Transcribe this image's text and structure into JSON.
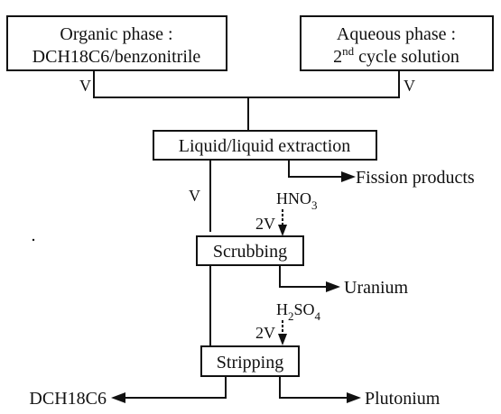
{
  "boxes": {
    "organic": {
      "line1": "Organic phase :",
      "line2": "DCH18C6/benzonitrile"
    },
    "aqueous": {
      "line1": "Aqueous phase :",
      "line2_base": "2",
      "line2_sup": "nd",
      "line2_rest": " cycle solution"
    },
    "extraction": {
      "label": "Liquid/liquid extraction"
    },
    "scrubbing": {
      "label": "Scrubbing"
    },
    "stripping": {
      "label": "Stripping"
    }
  },
  "labels": {
    "organic_v": "V",
    "aqueous_v": "V",
    "extract_v": "V",
    "scrub_reagent": {
      "base": "HNO",
      "sub": "3"
    },
    "scrub_ratio": "2V",
    "strip_reagent": {
      "base1": "H",
      "sub1": "2",
      "base2": "SO",
      "sub2": "4"
    },
    "strip_ratio": "2V"
  },
  "outputs": {
    "fission": "Fission products",
    "uranium": "Uranium",
    "dch": "DCH18C6",
    "plutonium": "Plutonium"
  }
}
